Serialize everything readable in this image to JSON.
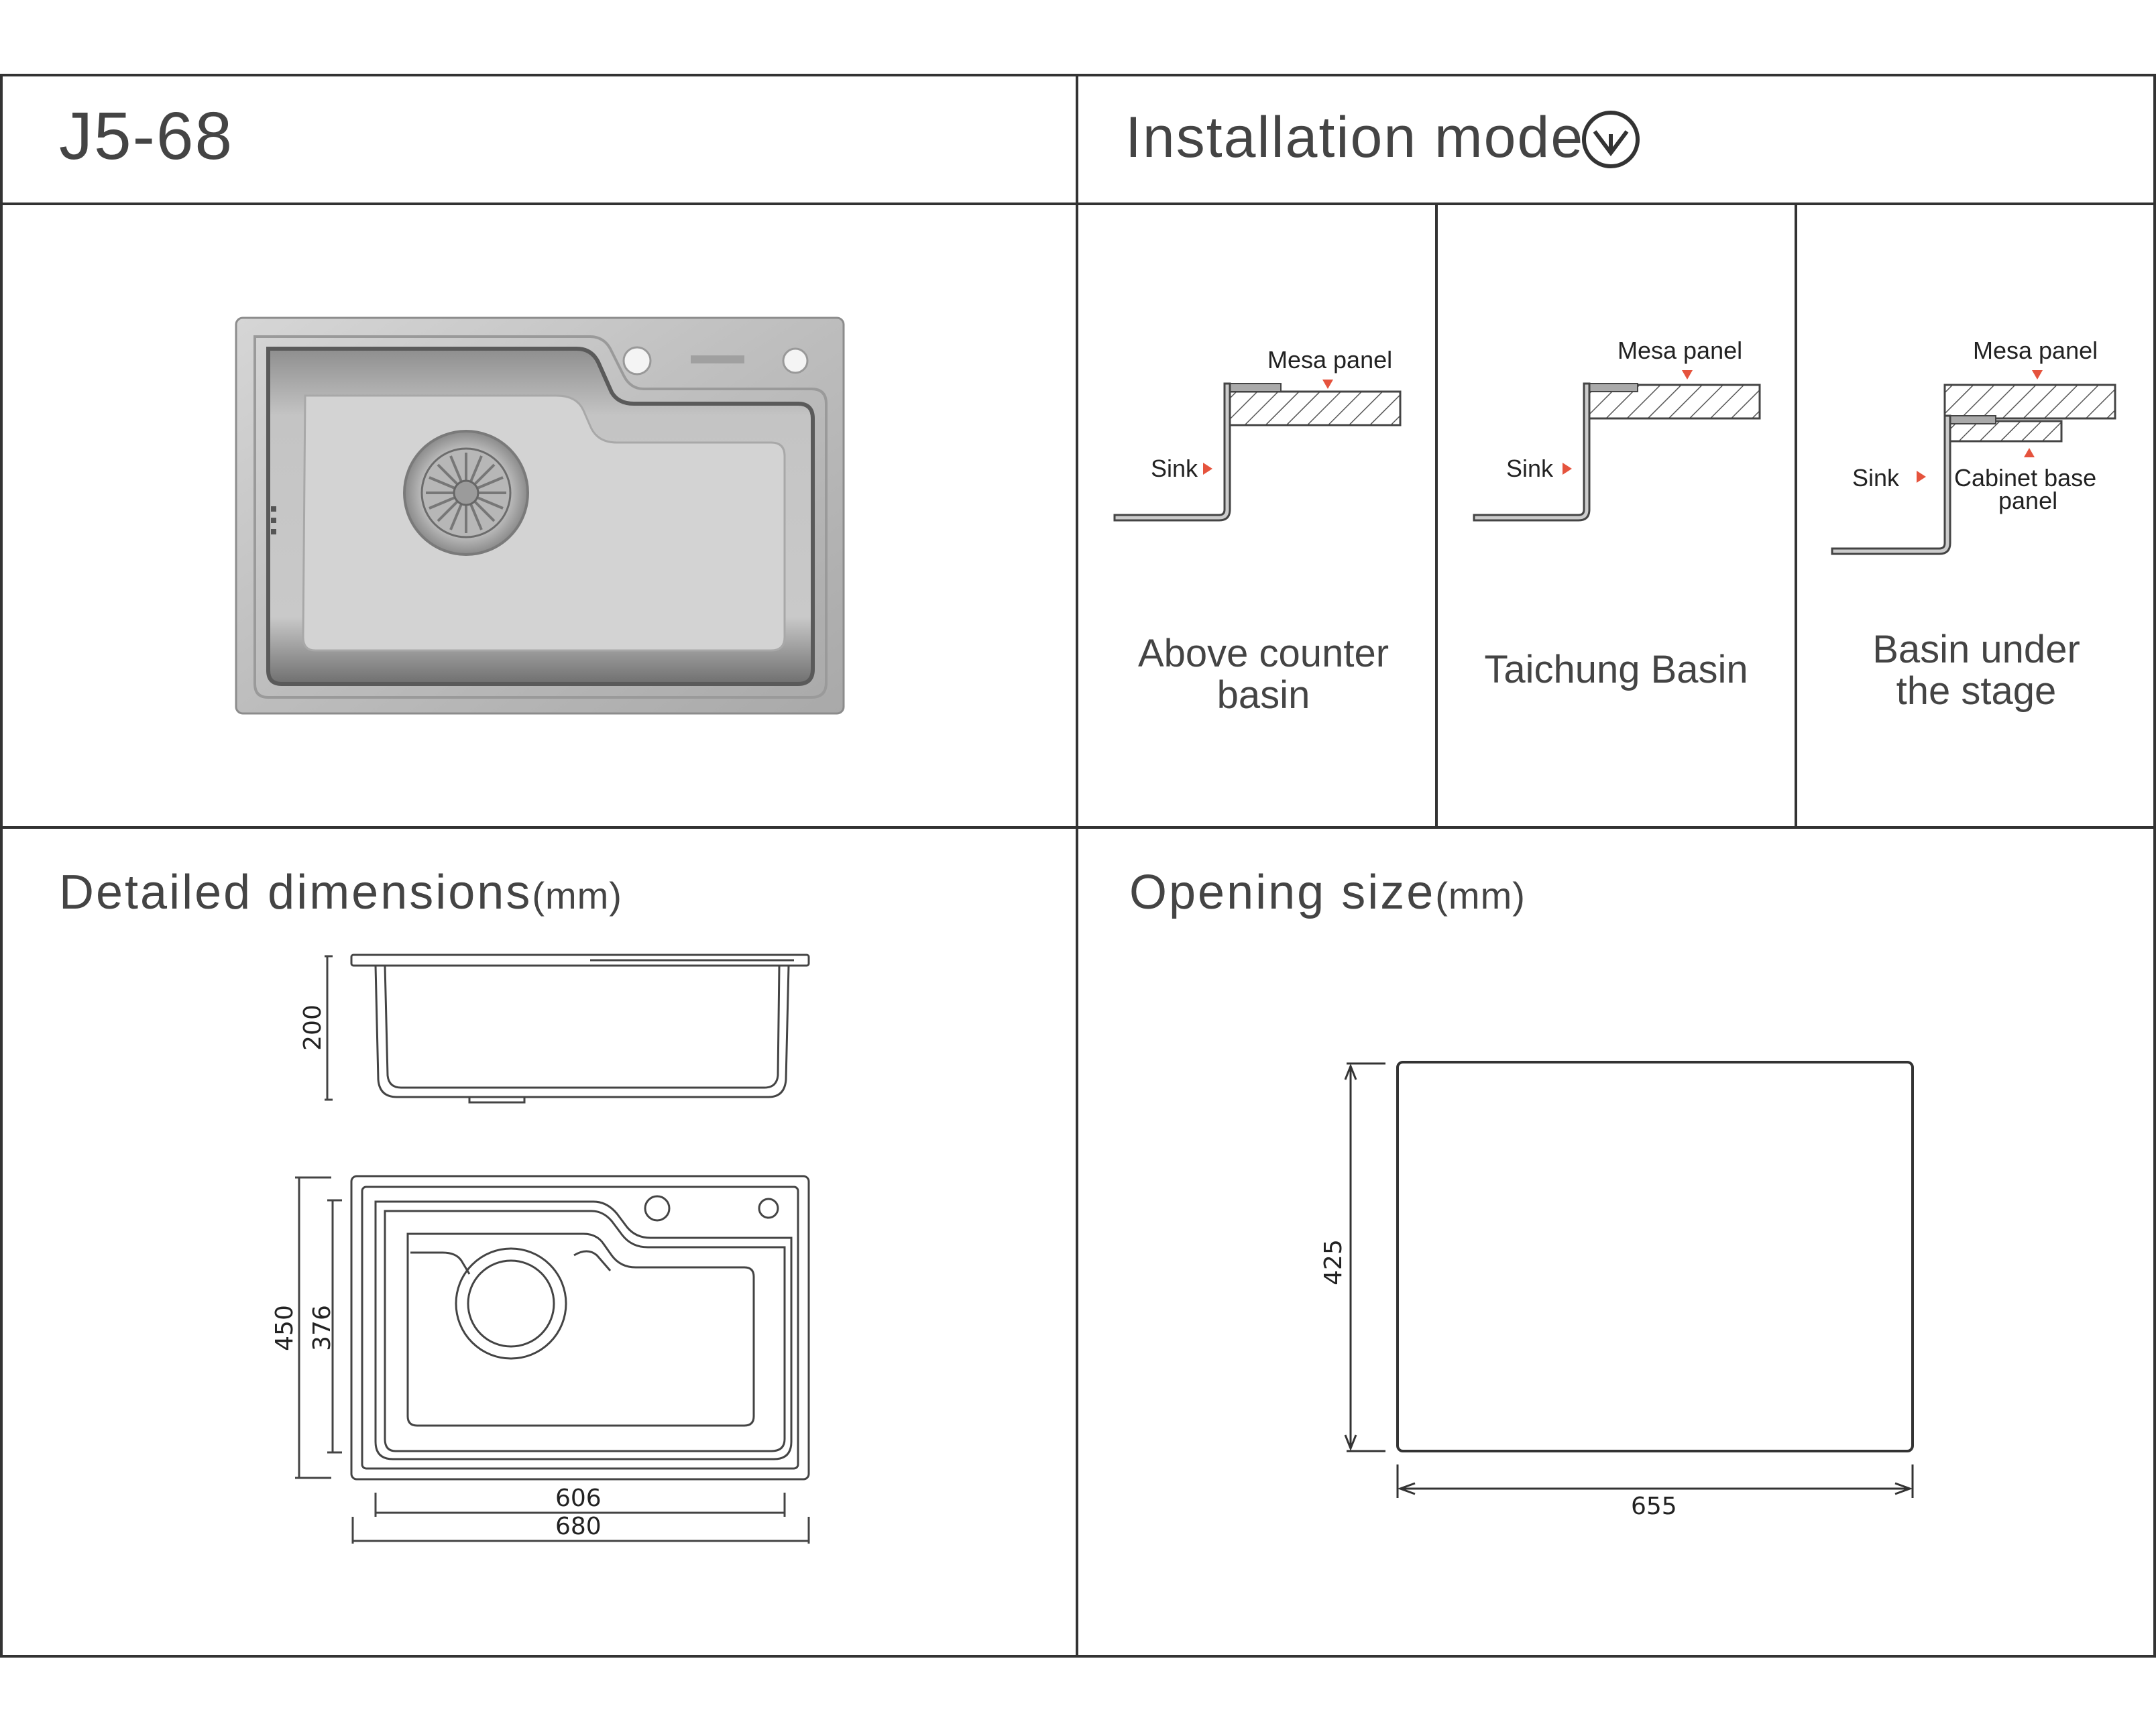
{
  "header": {
    "model": "J5-68",
    "installation_title": "Installation mode"
  },
  "icons": {
    "installation": "chevron-down-circle-icon"
  },
  "installation_modes": [
    {
      "caption_line1": "Above counter",
      "caption_line2": "basin",
      "mesa_label": "Mesa panel",
      "sink_label": "Sink"
    },
    {
      "caption_line1": "Taichung Basin",
      "caption_line2": "",
      "mesa_label": "Mesa panel",
      "sink_label": "Sink"
    },
    {
      "caption_line1": "Basin under",
      "caption_line2": "the stage",
      "mesa_label": "Mesa panel",
      "sink_label": "Sink",
      "cabinet_line1": "Cabinet base",
      "cabinet_line2": "panel"
    }
  ],
  "dimensions": {
    "title": "Detailed dimensions",
    "unit": "(mm)",
    "height": "200",
    "outer_depth": "450",
    "inner_depth": "376",
    "inner_width": "606",
    "outer_width": "680"
  },
  "opening": {
    "title": "Opening size",
    "unit": "(mm)",
    "height": "425",
    "width": "655"
  },
  "colors": {
    "grid": "#333333",
    "arrow": "#e5533d",
    "steel": "#bfbfbf"
  }
}
